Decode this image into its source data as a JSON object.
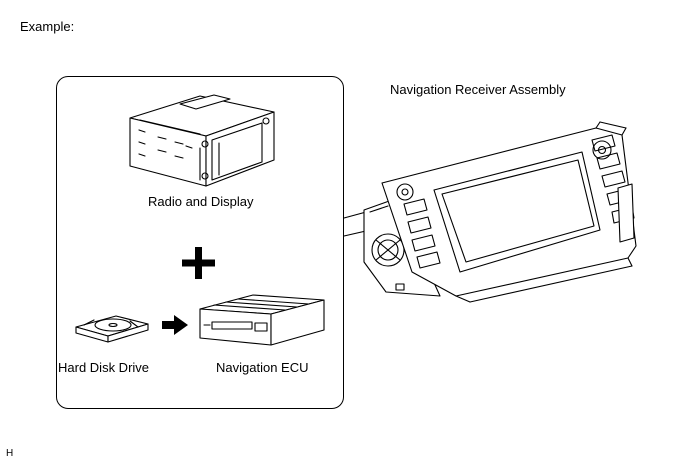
{
  "labels": {
    "example": "Example:",
    "receiver": "Navigation Receiver Assembly",
    "radio_display": "Radio and Display",
    "hard_disk": "Hard Disk Drive",
    "nav_ecu": "Navigation ECU",
    "figure_id": "H"
  },
  "icons": {
    "combine": "plus-icon",
    "flow": "arrow-right-icon"
  }
}
